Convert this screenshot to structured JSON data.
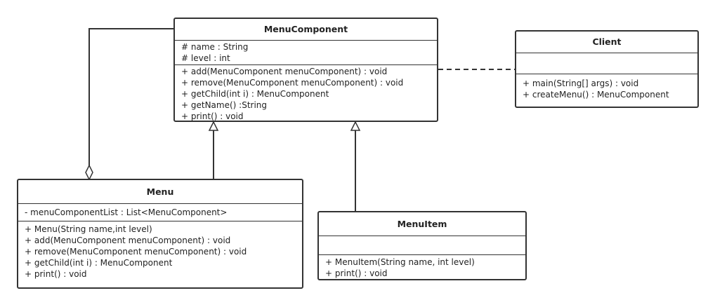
{
  "classes": {
    "menu_component": {
      "name": "MenuComponent",
      "attributes": [
        "# name : String",
        "# level : int"
      ],
      "operations": [
        "+ add(MenuComponent menuComponent) : void",
        "+ remove(MenuComponent menuComponent) : void",
        "+ getChild(int i) : MenuComponent",
        "+ getName() :String",
        "+ print() : void"
      ]
    },
    "client": {
      "name": "Client",
      "attributes": [],
      "operations": [
        "+ main(String[] args) : void",
        "+ createMenu() : MenuComponent"
      ]
    },
    "menu": {
      "name": "Menu",
      "attributes": [
        "- menuComponentList : List<MenuComponent>"
      ],
      "operations": [
        "+ Menu(String name,int level)",
        "+ add(MenuComponent menuComponent) : void",
        "+ remove(MenuComponent menuComponent) : void",
        "+ getChild(int i) : MenuComponent",
        "+ print() : void"
      ]
    },
    "menu_item": {
      "name": "MenuItem",
      "attributes": [],
      "operations": [
        "+ MenuItem(String name, int level)",
        "+ print() : void"
      ]
    }
  }
}
